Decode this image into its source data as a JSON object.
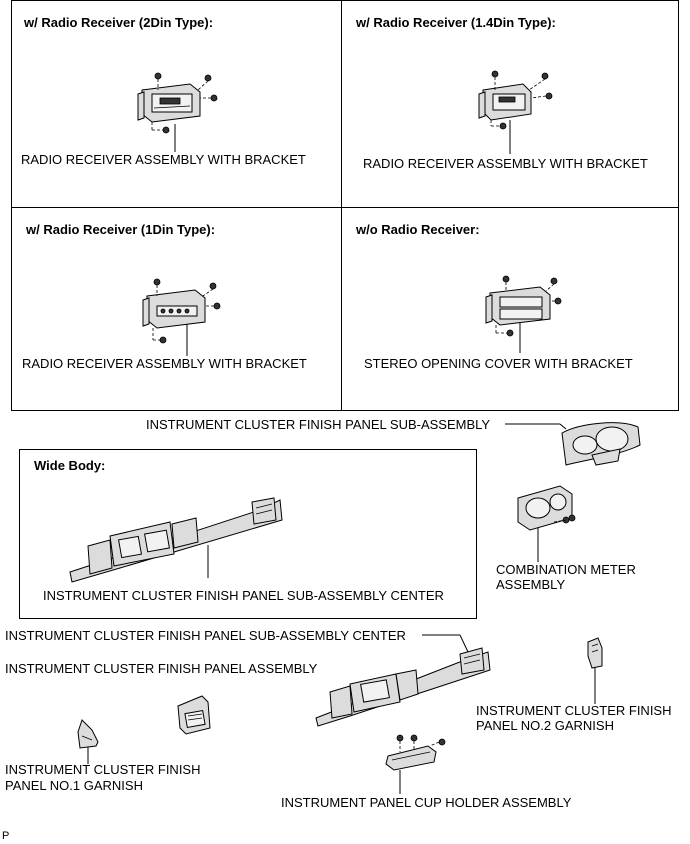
{
  "panels": {
    "radio_2din": {
      "header": "w/ Radio Receiver (2Din Type):",
      "label": "RADIO RECEIVER ASSEMBLY WITH BRACKET"
    },
    "radio_14din": {
      "header": "w/ Radio Receiver (1.4Din Type):",
      "label": "RADIO RECEIVER ASSEMBLY WITH BRACKET"
    },
    "radio_1din": {
      "header": "w/ Radio Receiver (1Din Type):",
      "label": "RADIO RECEIVER ASSEMBLY WITH BRACKET"
    },
    "no_radio": {
      "header": "w/o Radio Receiver:",
      "label": "STEREO OPENING COVER WITH BRACKET"
    }
  },
  "parts": {
    "cluster_finish_panel_sub": "INSTRUMENT CLUSTER FINISH PANEL SUB-ASSEMBLY",
    "wide_body_header": "Wide Body:",
    "wide_body_center": "INSTRUMENT CLUSTER FINISH PANEL SUB-ASSEMBLY CENTER",
    "combination_meter_line1": "COMBINATION METER",
    "combination_meter_line2": "ASSEMBLY",
    "center_sub": "INSTRUMENT CLUSTER FINISH PANEL SUB-ASSEMBLY CENTER",
    "finish_panel_assembly": "INSTRUMENT CLUSTER FINISH PANEL ASSEMBLY",
    "garnish2_line1": "INSTRUMENT CLUSTER FINISH",
    "garnish2_line2": "PANEL NO.2 GARNISH",
    "garnish1_line1": "INSTRUMENT CLUSTER FINISH",
    "garnish1_line2": "PANEL NO.1 GARNISH",
    "cup_holder": "INSTRUMENT PANEL CUP HOLDER ASSEMBLY"
  },
  "footer_code": "P"
}
